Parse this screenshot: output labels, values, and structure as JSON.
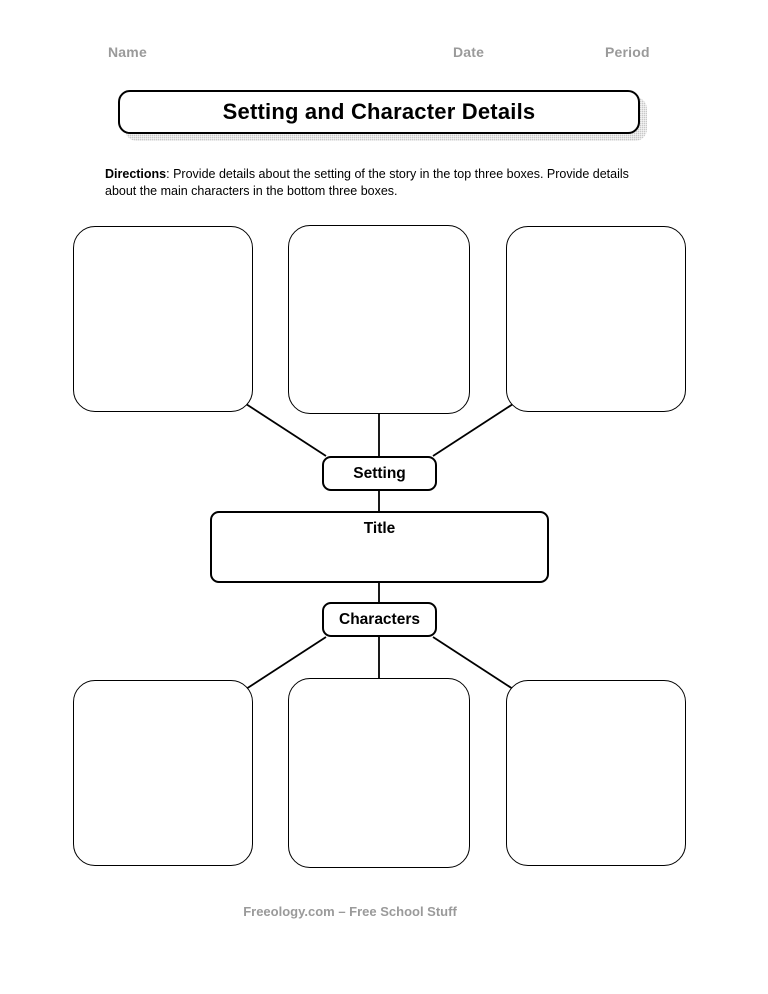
{
  "header": {
    "name_label": "Name",
    "date_label": "Date",
    "period_label": "Period",
    "label_color": "#9a9a9a"
  },
  "title_banner": {
    "text": "Setting and Character Details",
    "shadow_color": "#c8c8c8",
    "border_color": "#000000"
  },
  "directions": {
    "lead": "Directions",
    "body": ": Provide details about the setting of the story in the top three boxes. Provide details about the main characters in the bottom three boxes."
  },
  "organizer": {
    "setting_label": "Setting",
    "title_label": "Title",
    "characters_label": "Characters",
    "setting_boxes": [
      {
        "label": "",
        "position": "top-left"
      },
      {
        "label": "",
        "position": "top-center"
      },
      {
        "label": "",
        "position": "top-right"
      }
    ],
    "character_boxes": [
      {
        "label": "",
        "position": "bottom-left"
      },
      {
        "label": "",
        "position": "bottom-center"
      },
      {
        "label": "",
        "position": "bottom-right"
      }
    ]
  },
  "footer": {
    "text": "Freeology.com – Free School Stuff",
    "color": "#9a9a9a"
  }
}
